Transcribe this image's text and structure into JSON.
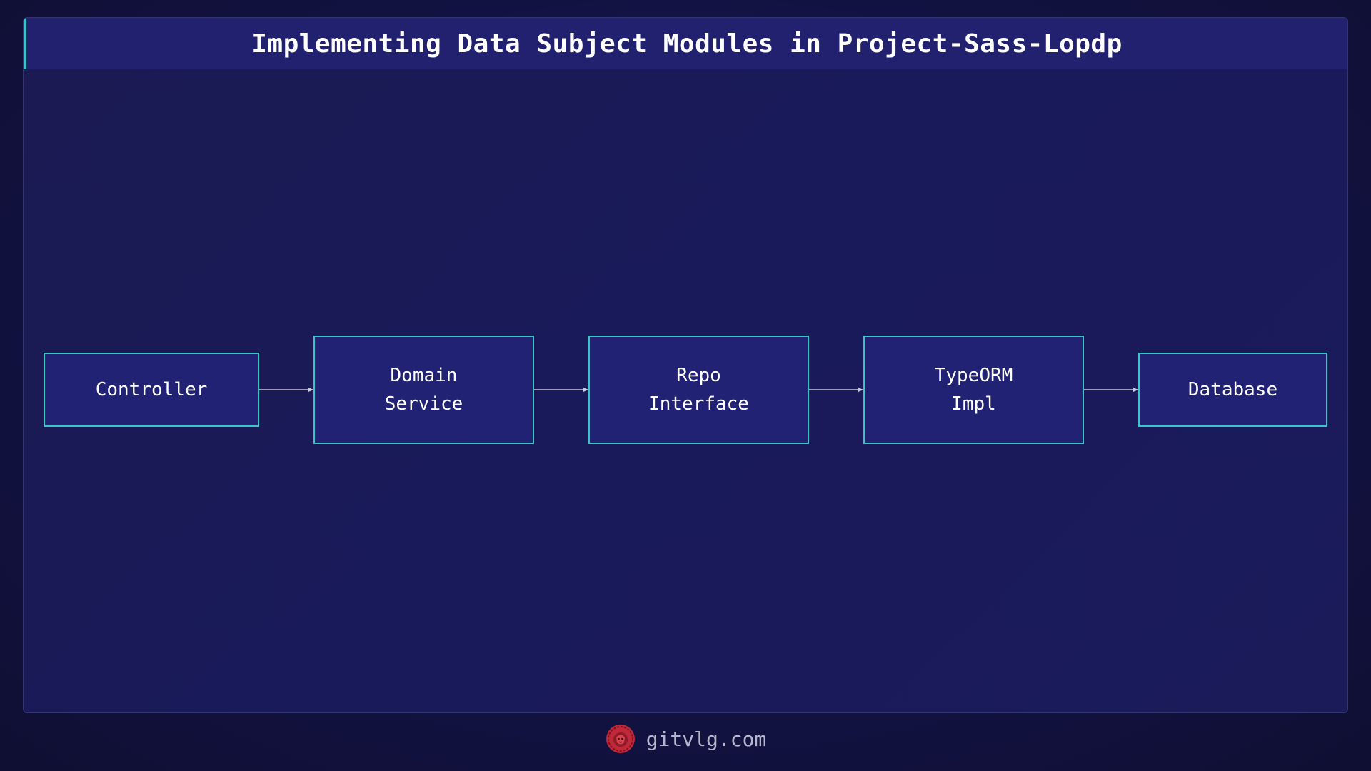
{
  "title": "Implementing Data Subject Modules in Project-Sass-Lopdp",
  "nodes": [
    {
      "id": "controller",
      "label": "Controller"
    },
    {
      "id": "domain-service",
      "label": "Domain\nService"
    },
    {
      "id": "repo-interface",
      "label": "Repo\nInterface"
    },
    {
      "id": "typeorm-impl",
      "label": "TypeORM\nImpl"
    },
    {
      "id": "database",
      "label": "Database"
    }
  ],
  "edges": [
    {
      "from": "controller",
      "to": "domain-service"
    },
    {
      "from": "domain-service",
      "to": "repo-interface"
    },
    {
      "from": "repo-interface",
      "to": "typeorm-impl"
    },
    {
      "from": "typeorm-impl",
      "to": "database"
    }
  ],
  "footer": {
    "logo": "lion-logo-icon",
    "text": "gitvlg.com"
  },
  "colors": {
    "accent": "#36c6c9",
    "node_fill": "#222275",
    "title_bar": "#212170",
    "arrow": "#c8c8dc",
    "logo": "#c0293a"
  }
}
